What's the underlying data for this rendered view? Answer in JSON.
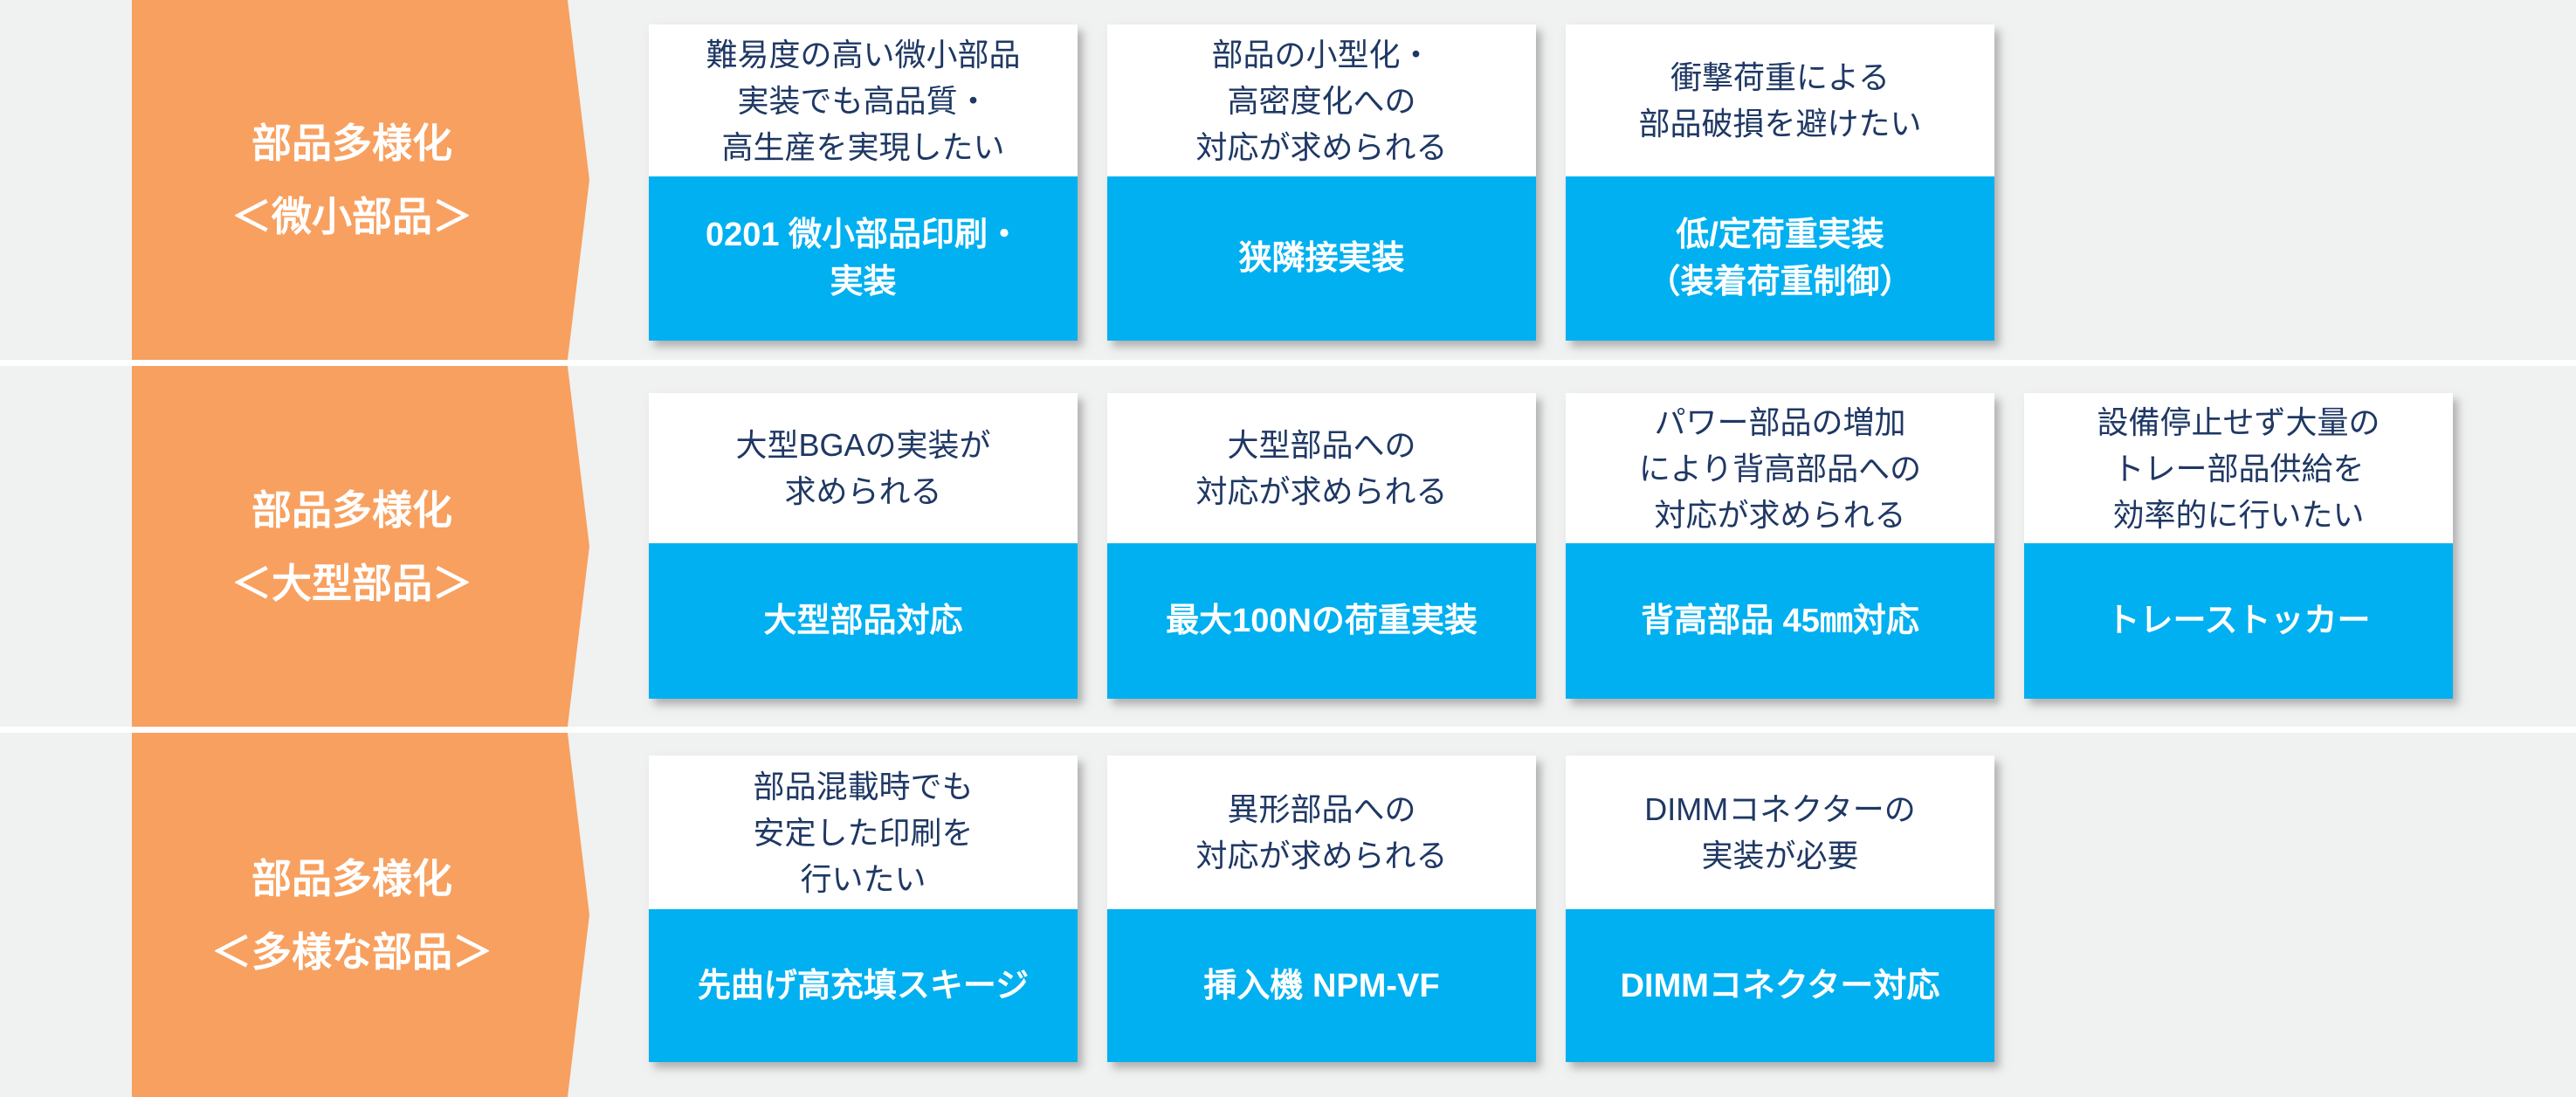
{
  "colors": {
    "bg": "#f0f1f1",
    "orange": "#f8a05f",
    "blue": "#00b0f0",
    "navy": "#1f3864",
    "sep": "#ffffff"
  },
  "rows": [
    {
      "label": {
        "title": "部品多様化",
        "subtitle": "＜微小部品＞"
      },
      "cards": [
        {
          "need": "難易度の高い微小部品\n実装でも高品質・\n高生産を実現したい",
          "solution": "0201 微小部品印刷・\n実装"
        },
        {
          "need": "部品の小型化・\n高密度化への\n対応が求められる",
          "solution": "狭隣接実装"
        },
        {
          "need": "衝撃荷重による\n部品破損を避けたい",
          "solution": "低/定荷重実装\n（装着荷重制御）"
        }
      ]
    },
    {
      "label": {
        "title": "部品多様化",
        "subtitle": "＜大型部品＞"
      },
      "cards": [
        {
          "need": "大型BGAの実装が\n求められる",
          "solution": "大型部品対応"
        },
        {
          "need": "大型部品への\n対応が求められる",
          "solution": "最大100Nの荷重実装"
        },
        {
          "need": "パワー部品の増加\nにより背高部品への\n対応が求められる",
          "solution": "背高部品 45㎜対応"
        },
        {
          "need": "設備停止せず大量の\nトレー部品供給を\n効率的に行いたい",
          "solution": "トレーストッカー"
        }
      ]
    },
    {
      "label": {
        "title": "部品多様化",
        "subtitle": "＜多様な部品＞"
      },
      "cards": [
        {
          "need": "部品混載時でも\n安定した印刷を\n行いたい",
          "solution": "先曲げ高充填スキージ"
        },
        {
          "need": "異形部品への\n対応が求められる",
          "solution": "挿入機 NPM-VF"
        },
        {
          "need": "DIMMコネクターの\n実装が必要",
          "solution": "DIMMコネクター対応"
        }
      ]
    }
  ]
}
